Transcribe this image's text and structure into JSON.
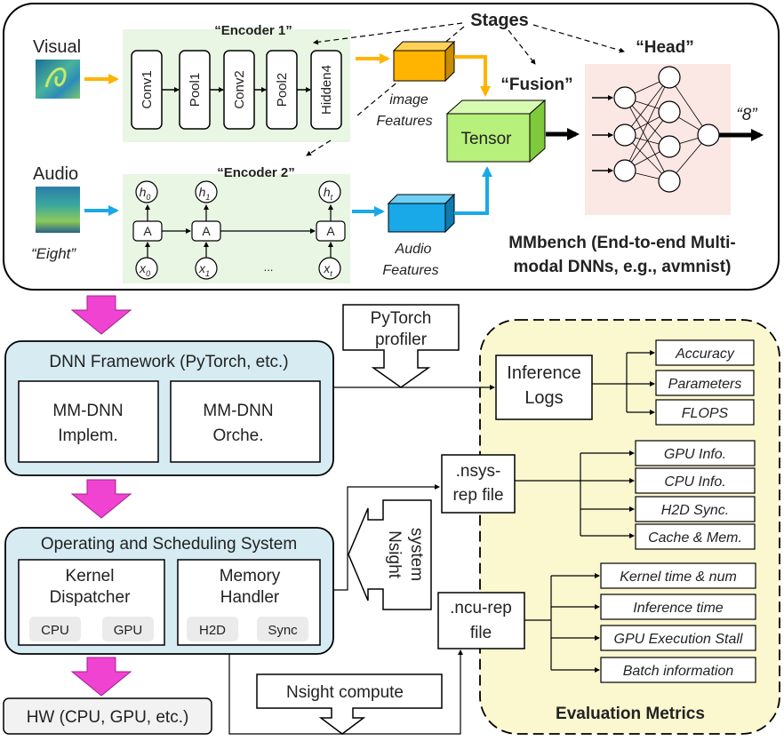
{
  "top": {
    "visual_label": "Visual",
    "audio_label": "Audio",
    "audio_caption": "“Eight”",
    "stages_label": "Stages",
    "encoder1_label": "“Encoder 1”",
    "encoder2_label": "“Encoder 2”",
    "fusion_label": "“Fusion”",
    "head_label": "“Head”",
    "output_label": "“8”",
    "encoder1_layers": [
      "Conv1",
      "Pool1",
      "Conv2",
      "Pool2",
      "Hidden4"
    ],
    "rnn_cell": "A",
    "rnn_hidden": [
      "h",
      "h",
      "h"
    ],
    "rnn_hidden_sub": [
      "0",
      "1",
      "t"
    ],
    "rnn_input": [
      "x",
      "x",
      "x"
    ],
    "rnn_input_sub": [
      "0",
      "1",
      "t"
    ],
    "ellipsis": "...",
    "image_features": [
      "image",
      "Features"
    ],
    "audio_features": [
      "Audio",
      "Features"
    ],
    "tensor_label": "Tensor",
    "mmbench_caption": [
      "MMbench (End-to-end Multi-",
      "modal DNNs, e.g., avmnist)"
    ]
  },
  "framework": {
    "title": "DNN Framework (PyTorch, etc.)",
    "implem": [
      "MM-DNN",
      "Implem."
    ],
    "orche": [
      "MM-DNN",
      "Orche."
    ]
  },
  "os": {
    "title": "Operating and Scheduling System",
    "kernel": [
      "Kernel",
      "Dispatcher"
    ],
    "memory": [
      "Memory",
      "Handler"
    ],
    "chips": [
      "CPU",
      "GPU",
      "H2D",
      "Sync"
    ]
  },
  "hw_label": "HW (CPU, GPU, etc.)",
  "tools": {
    "pytorch_profiler": [
      "PyTorch",
      "profiler"
    ],
    "nsight_system": [
      "Nsight",
      "system"
    ],
    "nsight_compute": "Nsight compute"
  },
  "evaluation": {
    "title": "Evaluation Metrics",
    "inference_logs": [
      "Inference",
      "Logs"
    ],
    "log_metrics": [
      "Accuracy",
      "Parameters",
      "FLOPS"
    ],
    "nsys_file": [
      ".nsys-",
      "rep file"
    ],
    "nsys_metrics": [
      "GPU Info.",
      "CPU Info.",
      "H2D Sync.",
      "Cache & Mem."
    ],
    "ncu_file": [
      ".ncu-rep",
      "file"
    ],
    "ncu_metrics": [
      "Kernel time & num",
      "Inference time",
      "GPU Execution Stall",
      "Batch information"
    ]
  },
  "colors": {
    "encoder_bg": "#e8f6e3",
    "head_bg": "#fbe7e4",
    "framework_bg": "#d6ebf2",
    "eval_bg": "#fbf8d0",
    "image_arrow": "#ffb400",
    "audio_arrow": "#19a9e8",
    "tensor_fill": "#b7f07a",
    "pink_arrow": "#f043d2",
    "hw_bg": "#f2f2f2",
    "chip_bg": "#ebebeb"
  }
}
